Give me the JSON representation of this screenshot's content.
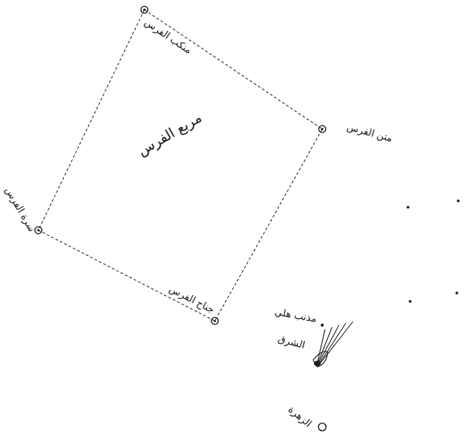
{
  "diagram": {
    "nodes": [
      {
        "text": [
          "مربع الفرس"
        ]
      }
    ],
    "labels": [
      "منكب الفرس",
      "متن الفرس",
      "سرة الفرس",
      "جناح الفرس",
      "مذنب هلي",
      "الشرق",
      "الزهرة"
    ]
  }
}
